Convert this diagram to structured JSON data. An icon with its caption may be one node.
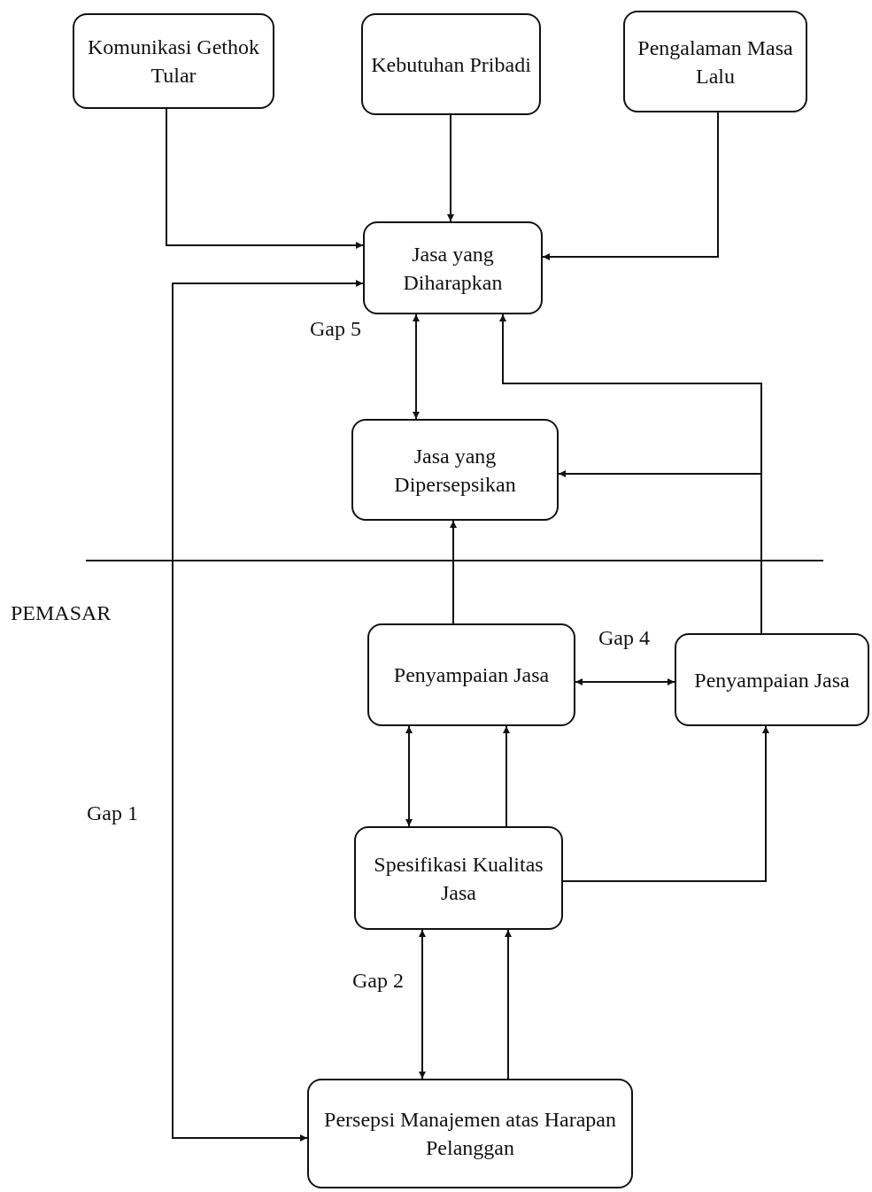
{
  "diagram": {
    "nodes": [
      {
        "text": [
          "Komunikasi Gethok Tular"
        ]
      },
      {
        "text": [
          "Kebutuhan Pribadi"
        ]
      },
      {
        "text": [
          "Pengalaman Masa Lalu"
        ]
      },
      {
        "text": [
          "Jasa yang Diharapkan"
        ]
      },
      {
        "text": [
          "Jasa yang Dipersepsikan"
        ]
      },
      {
        "text": [
          "Penyampaian Jasa"
        ]
      },
      {
        "text": [
          "Penyampaian Jasa"
        ]
      },
      {
        "text": [
          "Spesifikasi Kualitas Jasa"
        ]
      },
      {
        "text": [
          "Persepsi Manajemen atas Harapan Pelanggan"
        ]
      }
    ],
    "edges": [
      {
        "from": 0,
        "to": 3,
        "arrow": "to"
      },
      {
        "from": 1,
        "to": 3,
        "arrow": "to"
      },
      {
        "from": 2,
        "to": 3,
        "arrow": "to"
      },
      {
        "from": 3,
        "to": 8,
        "arrow": "both"
      },
      {
        "from": 3,
        "to": 4,
        "arrow": "both"
      },
      {
        "from": 6,
        "to": 3,
        "arrow": "to"
      },
      {
        "from": 6,
        "to": 4,
        "arrow": "to"
      },
      {
        "from": 5,
        "to": 4,
        "arrow": "to"
      },
      {
        "from": 5,
        "to": 6,
        "arrow": "both"
      },
      {
        "from": 5,
        "to": 7,
        "arrow": "both"
      },
      {
        "from": 7,
        "to": 5,
        "arrow": "to"
      },
      {
        "from": 7,
        "to": 6,
        "arrow": "to"
      },
      {
        "from": 7,
        "to": 8,
        "arrow": "both"
      },
      {
        "from": 8,
        "to": 7,
        "arrow": "to"
      }
    ],
    "labels": [
      "Gap 5",
      "PEMASAR",
      "Gap 4",
      "Gap 1",
      "Gap 2"
    ]
  }
}
